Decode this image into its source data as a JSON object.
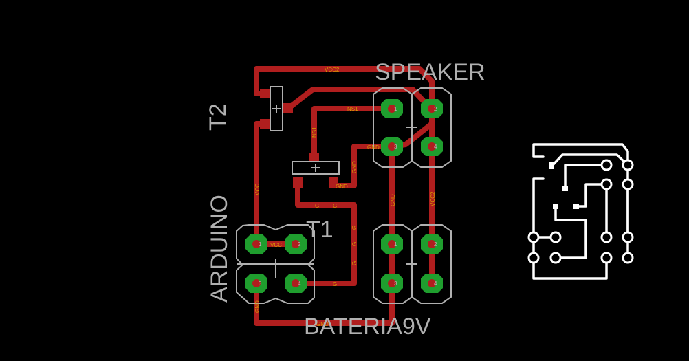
{
  "colors": {
    "background": "#000000",
    "trace": "#b01e1e",
    "pad_ring": "#1f9e2e",
    "silkscreen": "#b0b0b0",
    "net_label": "#d8a000",
    "preview": "#ffffff"
  },
  "components": {
    "speaker": "SPEAKER",
    "t2": "T2",
    "arduino": "ARDUINO",
    "t1": "T1",
    "bateria": "BATERIA9V"
  },
  "nets": {
    "vcc2_top": "VCC2",
    "ns1_h": "NS1",
    "ns1_v": "NS1",
    "gnd_speaker": "GND",
    "gnd_t1_v": "GND",
    "gnd_t1_h": "GND",
    "vcc_left": "VCC",
    "g1": "G",
    "g2": "G",
    "g3": "G",
    "g4": "G",
    "g5": "G",
    "g6": "G",
    "gnd_bat_v": "GND",
    "vcc2_right": "VCC2",
    "vcc_arduino": "VCC",
    "gnd_bottom": "GND",
    "gnd_left": "GND"
  },
  "pads": {
    "arduino_tl": "1",
    "arduino_tr": "2",
    "arduino_bl": "3",
    "arduino_br": "4",
    "speaker_tl": "1",
    "speaker_tr": "2",
    "speaker_bl": "3",
    "speaker_br": "4",
    "bat_tl": "1",
    "bat_tr": "2",
    "bat_bl": "3",
    "bat_br": "4"
  }
}
